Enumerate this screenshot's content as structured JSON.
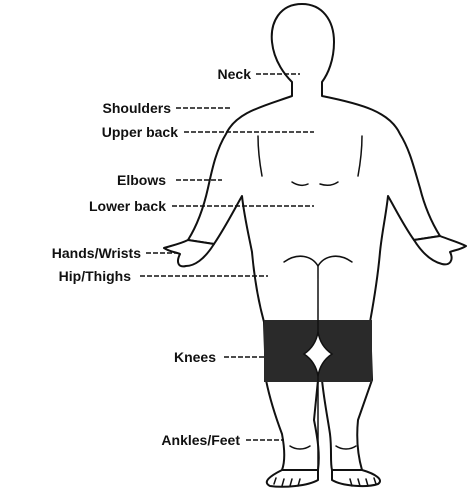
{
  "diagram": {
    "labels": {
      "neck": "Neck",
      "shoulders": "Shoulders",
      "upper_back": "Upper back",
      "elbows": "Elbows",
      "lower_back": "Lower back",
      "hands_wrists": "Hands/Wrists",
      "hip_thighs": "Hip/Thighs",
      "knees": "Knees",
      "ankles_feet": "Ankles/Feet"
    },
    "highlighted_region": "knees",
    "colors": {
      "outline": "#111111",
      "highlight": "#2a2a2a",
      "background": "#ffffff"
    }
  }
}
